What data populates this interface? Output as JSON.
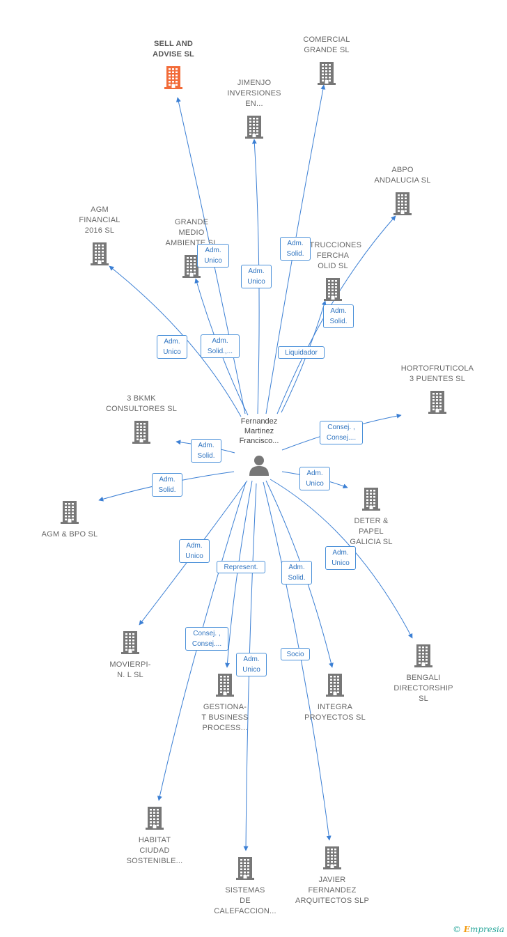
{
  "person": {
    "name": "Fernandez\nMartinez\nFrancisco..."
  },
  "brand": {
    "text": "Empresia",
    "rest": "mpresia"
  },
  "colors": {
    "edge": "#3b7fd4",
    "building": "#777777",
    "highlight": "#f26b38",
    "label": "#666666"
  },
  "companies": [
    {
      "id": "sell",
      "label": "SELL AND\nADVISE  SL",
      "highlight": true
    },
    {
      "id": "comercial",
      "label": "COMERCIAL\nGRANDE  SL"
    },
    {
      "id": "jimenjo",
      "label": "JIMENJO\nINVERSIONES\nEN..."
    },
    {
      "id": "abpo",
      "label": "ABPO\nANDALUCIA  SL"
    },
    {
      "id": "agmfin",
      "label": "AGM\nFINANCIAL\n2016  SL"
    },
    {
      "id": "grande",
      "label": "GRANDE\nMEDIO\nAMBIENTE  SL"
    },
    {
      "id": "construcciones",
      "label": "STRUCCIONES\nFERCHA\nOLID SL"
    },
    {
      "id": "horto",
      "label": "HORTOFRUTICOLA\n3 PUENTES SL"
    },
    {
      "id": "bkmk",
      "label": "3 BKMK\nCONSULTORES SL"
    },
    {
      "id": "agmbpo",
      "label": "AGM & BPO  SL"
    },
    {
      "id": "deter",
      "label": "DETER &\nPAPEL\nGALICIA  SL"
    },
    {
      "id": "movierpi",
      "label": "MOVIERPI-\nN.  L SL"
    },
    {
      "id": "gestiona",
      "label": "GESTIONA-\nT BUSINESS\nPROCESS..."
    },
    {
      "id": "integra",
      "label": "INTEGRA\nPROYECTOS SL"
    },
    {
      "id": "bengali",
      "label": "BENGALI\nDIRECTORSHIP\nSL"
    },
    {
      "id": "habitat",
      "label": "HABITAT\nCIUDAD\nSOSTENIBLE..."
    },
    {
      "id": "sistemas",
      "label": "SISTEMAS\nDE\nCALEFACCION..."
    },
    {
      "id": "javier",
      "label": "JAVIER\nFERNANDEZ\nARQUITECTOS SLP"
    }
  ],
  "relations": [
    {
      "target": "sell",
      "label": "Adm.\nUnico"
    },
    {
      "target": "jimenjo",
      "label": "Adm.\nUnico"
    },
    {
      "target": "comercial",
      "label": "Adm.\nSolid."
    },
    {
      "target": "abpo",
      "label": "Adm.\nSolid."
    },
    {
      "target": "agmfin",
      "label": "Adm.\nUnico"
    },
    {
      "target": "grande",
      "label": "Adm.\nSolid.,..."
    },
    {
      "target": "construcciones",
      "label": "Liquidador"
    },
    {
      "target": "horto",
      "label": "Consej. ,\nConsej...."
    },
    {
      "target": "bkmk",
      "label": "Adm.\nSolid."
    },
    {
      "target": "agmbpo",
      "label": "Adm.\nSolid."
    },
    {
      "target": "deter",
      "label": "Adm.\nUnico"
    },
    {
      "target": "movierpi",
      "label": "Adm.\nUnico"
    },
    {
      "target": "gestiona",
      "label": "Represent."
    },
    {
      "target": "integra",
      "label": "Adm.\nSolid."
    },
    {
      "target": "bengali",
      "label": "Adm.\nUnico"
    },
    {
      "target": "habitat",
      "label": "Consej. ,\nConsej...."
    },
    {
      "target": "sistemas",
      "label": "Adm.\nUnico"
    },
    {
      "target": "javier",
      "label": "Socio"
    }
  ]
}
